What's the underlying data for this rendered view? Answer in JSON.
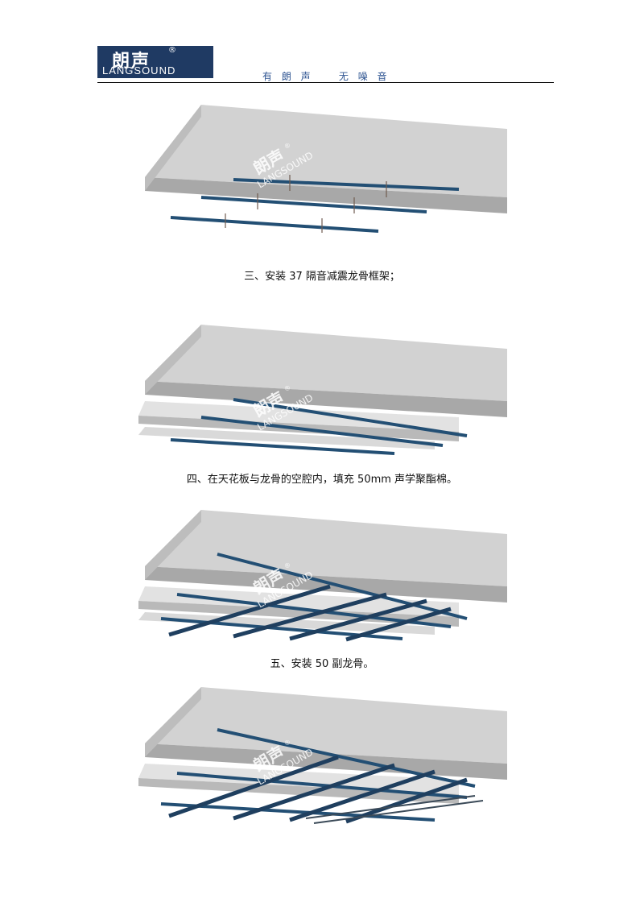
{
  "header": {
    "logo_zh": "朗声",
    "logo_reg": "®",
    "logo_en": "LANGSOUND",
    "slogan": "有 朗 声    无 噪 音"
  },
  "watermark": {
    "zh": "朗声",
    "en": "LANGSOUND",
    "reg": "®"
  },
  "captions": [
    "三、安装 37 隔音减震龙骨框架；",
    "四、在天花板与龙骨的空腔内，填充 50mm 声学聚酯棉。",
    "五、安装 50 副龙骨。"
  ],
  "colors": {
    "brand": "#1f3a63",
    "slogan": "#2f5592",
    "slab": "#c9c9c9",
    "rail": "#2a5b82"
  }
}
